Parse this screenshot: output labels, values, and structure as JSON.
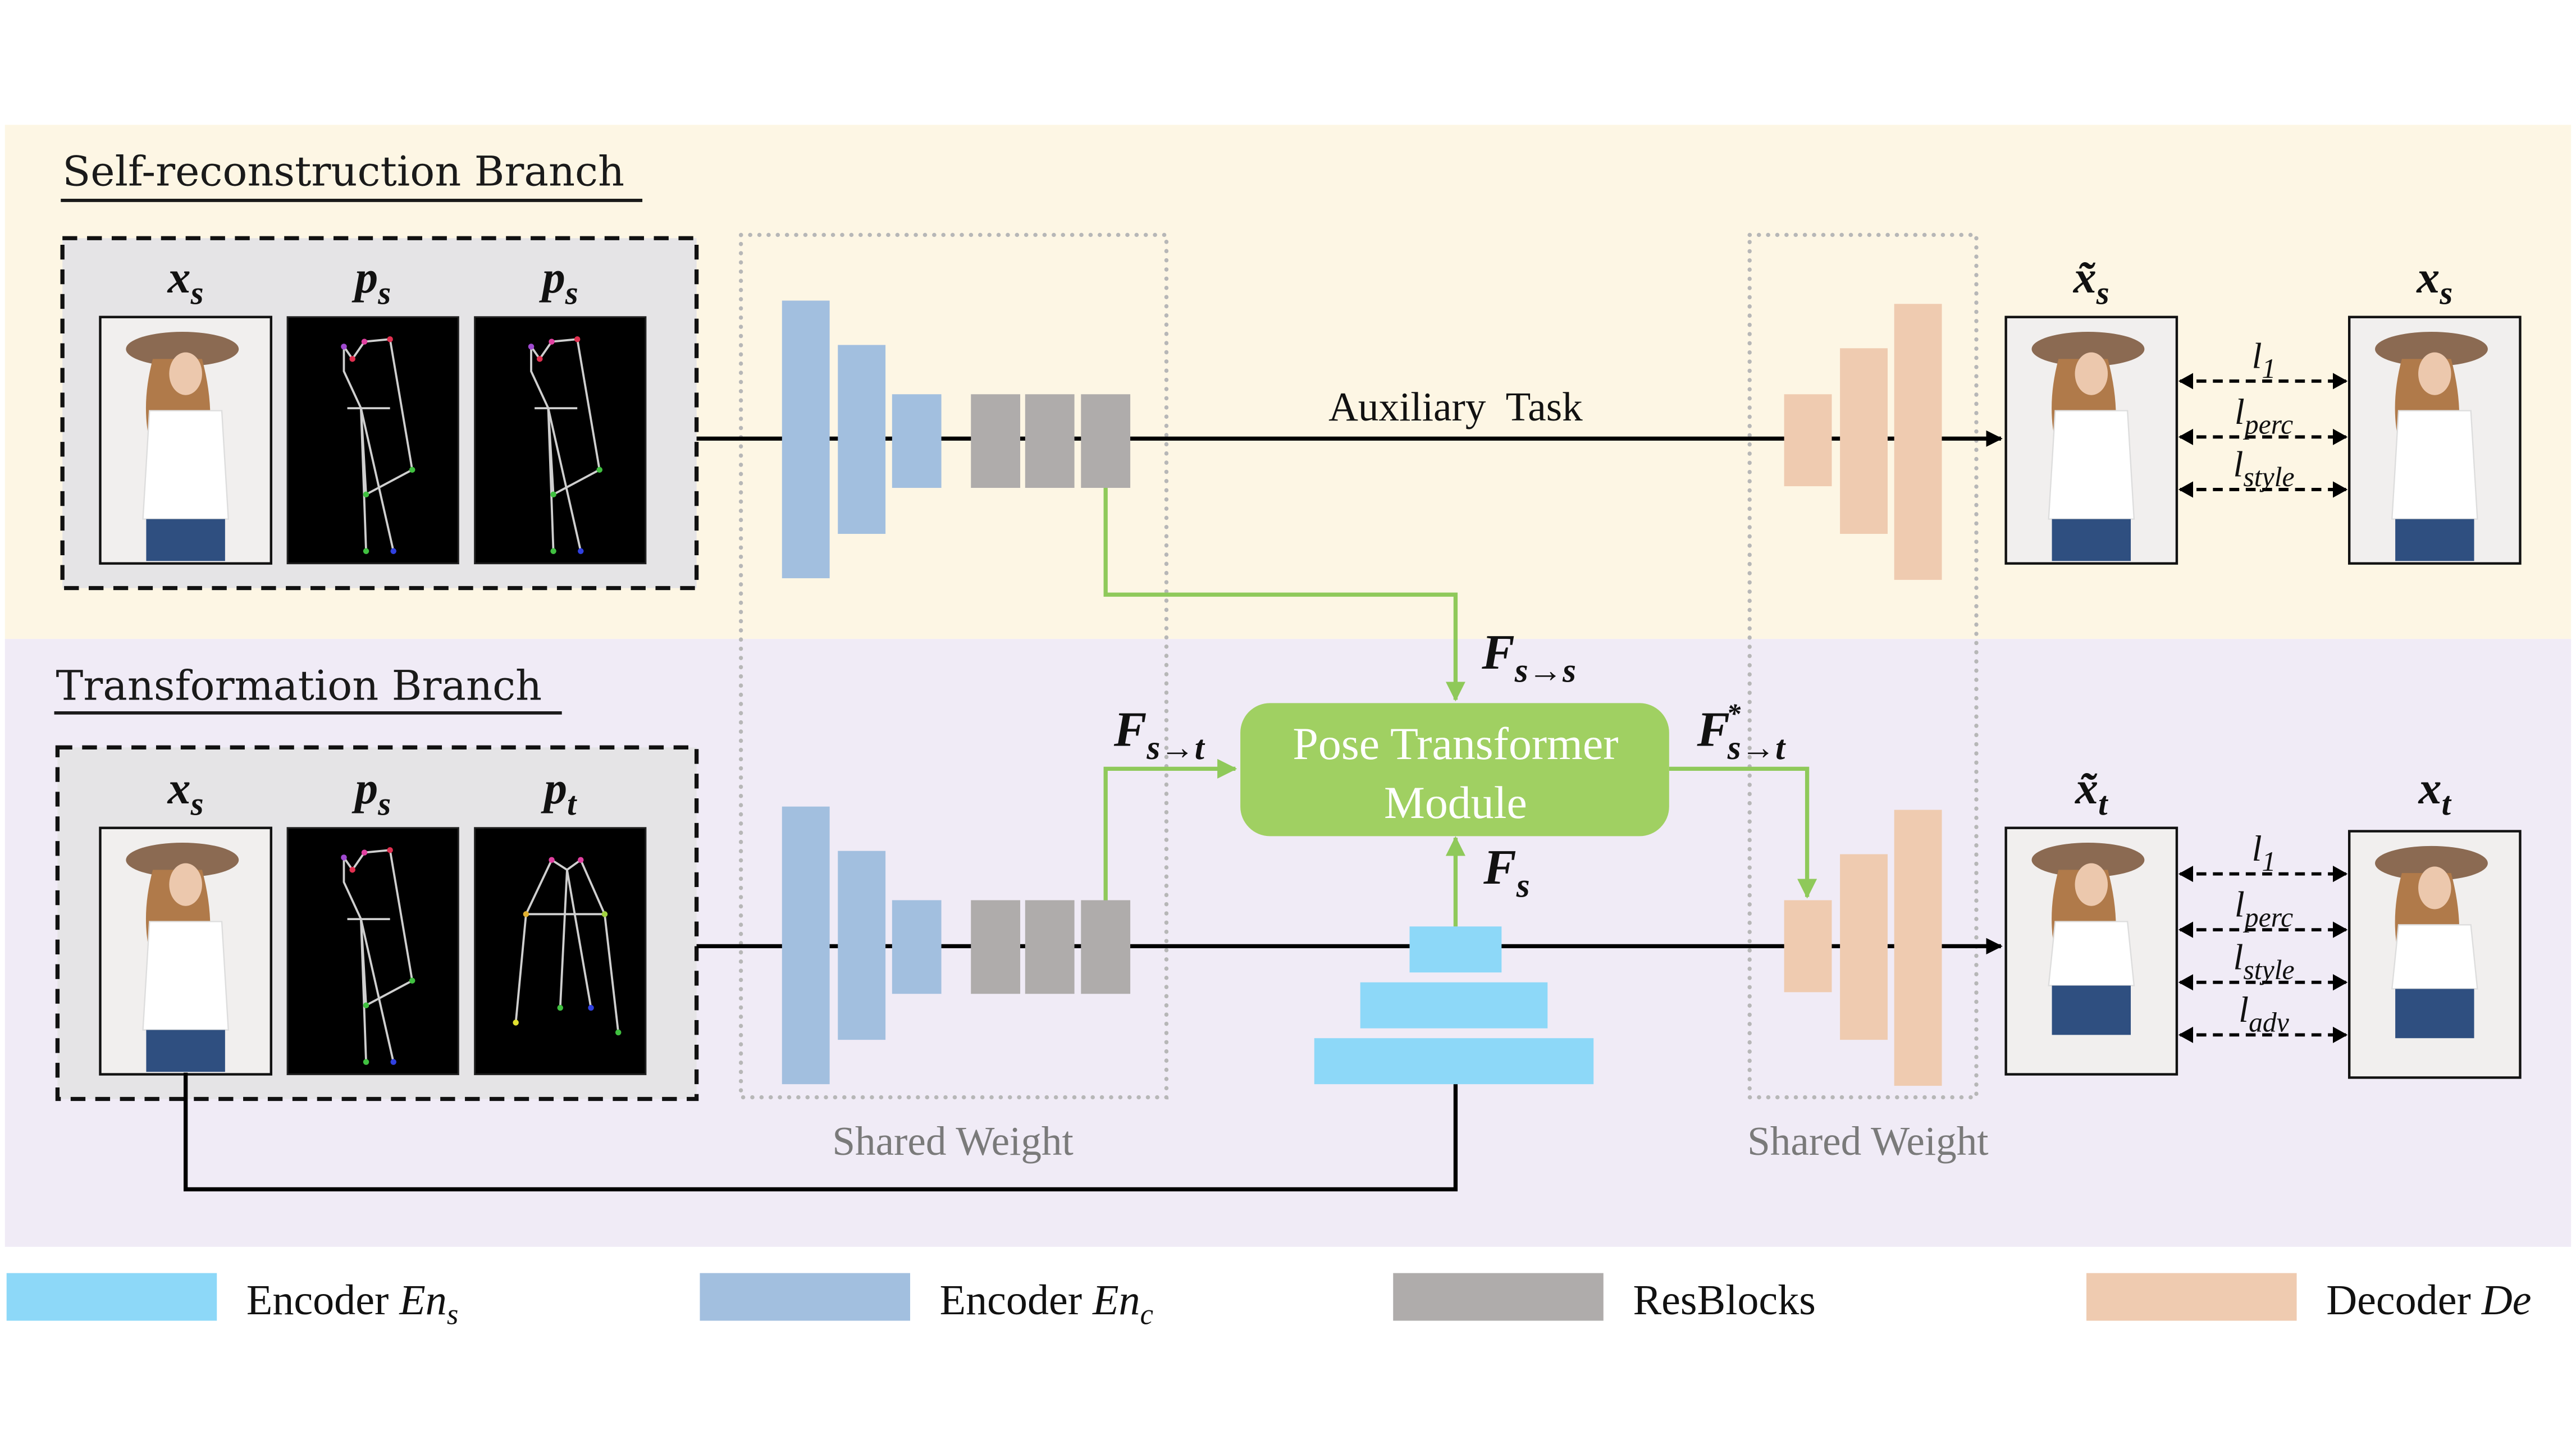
{
  "figure": {
    "colors": {
      "self_branch_bg": "#fdf6e4",
      "transform_branch_bg": "#f0ebf6",
      "input_panel_bg": "#e5e4e6",
      "encoder_ens": "#8dd8f8",
      "encoder_enc": "#a2bfdf",
      "resblocks": "#afacab",
      "decoder": "#efcbb0",
      "ptm": "#a0d062",
      "green_arrow": "#8fc95a",
      "shared_border": "#b7b7b7"
    },
    "self_branch": {
      "title": "Self-reconstruction Branch",
      "inputs": [
        {
          "label": "x",
          "sub": "s",
          "kind": "photo"
        },
        {
          "label": "p",
          "sub": "s",
          "kind": "pose"
        },
        {
          "label": "p",
          "sub": "s",
          "kind": "pose"
        }
      ],
      "aux_label": "Auxiliary  Task",
      "output": {
        "label": "x̃",
        "sub": "s"
      },
      "target": {
        "label": "x",
        "sub": "s"
      },
      "losses": [
        {
          "l": "l",
          "sub": "1"
        },
        {
          "l": "l",
          "sub": "perc"
        },
        {
          "l": "l",
          "sub": "style"
        }
      ]
    },
    "transform_branch": {
      "title": "Transformation Branch",
      "inputs": [
        {
          "label": "x",
          "sub": "s",
          "kind": "photo"
        },
        {
          "label": "p",
          "sub": "s",
          "kind": "pose"
        },
        {
          "label": "p",
          "sub": "t",
          "kind": "pose-target"
        }
      ],
      "output": {
        "label": "x̃",
        "sub": "t"
      },
      "target": {
        "label": "x",
        "sub": "t"
      },
      "losses": [
        {
          "l": "l",
          "sub": "1"
        },
        {
          "l": "l",
          "sub": "perc"
        },
        {
          "l": "l",
          "sub": "style"
        },
        {
          "l": "l",
          "sub": "adv"
        }
      ]
    },
    "ptm": {
      "line1": "Pose Transformer",
      "line2": "Module"
    },
    "features": {
      "fss": {
        "main": "F",
        "sub": "s→s",
        "sup": ""
      },
      "fst": {
        "main": "F",
        "sub": "s→t",
        "sup": ""
      },
      "fst_star": {
        "main": "F",
        "sub": "s→t",
        "sup": "*"
      },
      "fs": {
        "main": "F",
        "sub": "s",
        "sup": ""
      }
    },
    "shared_weight_left": "Shared Weight",
    "shared_weight_right": "Shared Weight",
    "legend": [
      {
        "label": "Encoder ",
        "math": "En",
        "sub": "s",
        "color_key": "encoder_ens"
      },
      {
        "label": "Encoder ",
        "math": "En",
        "sub": "c",
        "color_key": "encoder_enc"
      },
      {
        "label": "ResBlocks",
        "math": "",
        "sub": "",
        "color_key": "resblocks"
      },
      {
        "label": "Decoder ",
        "math": "De",
        "sub": "",
        "color_key": "decoder"
      }
    ]
  }
}
